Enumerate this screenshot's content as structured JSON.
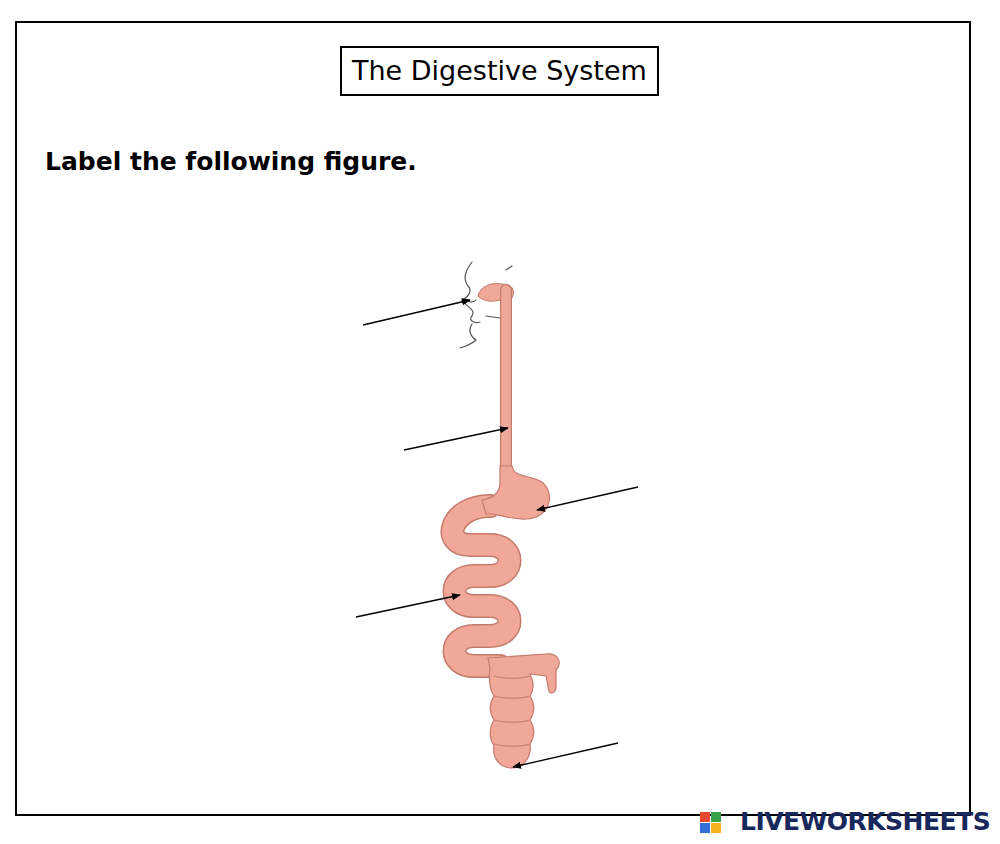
{
  "diagram": {
    "title": "The Digestive System",
    "labels": [
      "Label the following figure.",
      "LIVEWORKSHEETS"
    ]
  }
}
